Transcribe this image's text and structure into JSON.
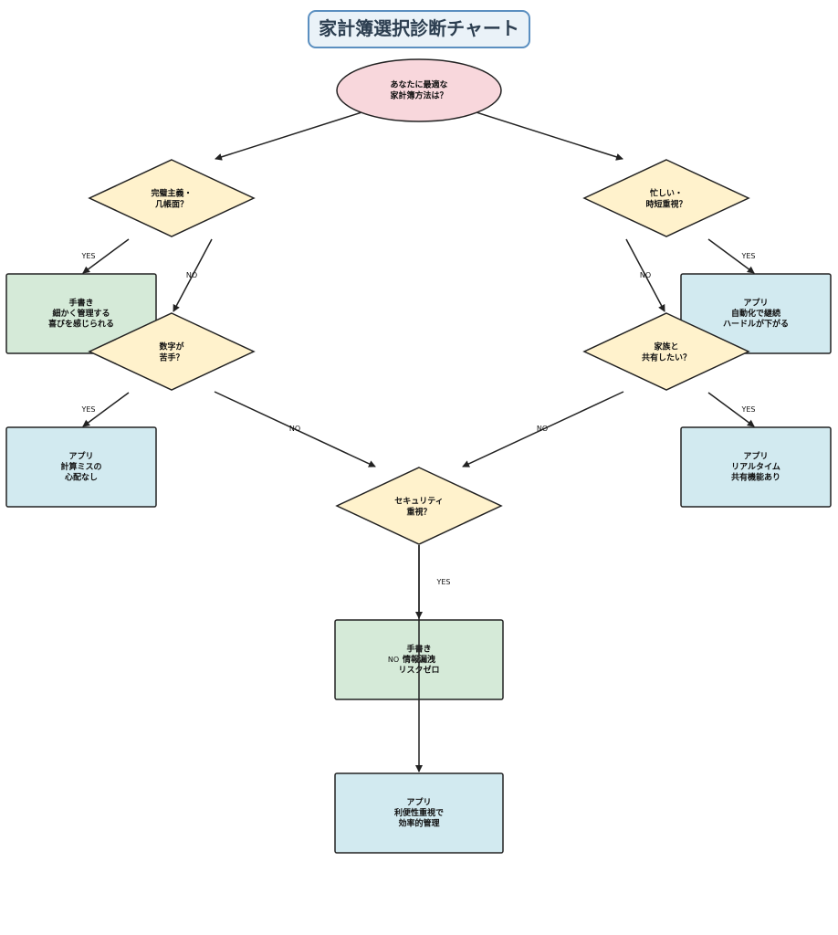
{
  "title": "家計簿選択診断チャート",
  "nodes": {
    "start": [
      "あなたに最適な",
      "家計簿方法は？"
    ],
    "q_perfect": [
      "完璧主義・",
      "几帳面？"
    ],
    "q_busy": [
      "忙しい・",
      "時短重視？"
    ],
    "q_numbers": [
      "数字が",
      "苦手？"
    ],
    "q_family": [
      "家族と",
      "共有したい？"
    ],
    "q_security": [
      "セキュリティ",
      "重視？"
    ],
    "r_hand_joy": [
      "手書き",
      "細かく管理する",
      "喜びを感じられる"
    ],
    "r_app_auto": [
      "アプリ",
      "自動化で継続",
      "ハードルが下がる"
    ],
    "r_app_calc": [
      "アプリ",
      "計算ミスの",
      "心配なし"
    ],
    "r_app_realtime": [
      "アプリ",
      "リアルタイム",
      "共有機能あり"
    ],
    "r_hand_security": [
      "手書き",
      "情報漏洩",
      "リスクゼロ"
    ],
    "r_app_convenience": [
      "アプリ",
      "利便性重視で",
      "効率的管理"
    ]
  },
  "edges": {
    "yes": "YES",
    "no": "NO"
  },
  "colors": {
    "start": "#f8d7dc",
    "decision": "#fff2cc",
    "handwritten_result": "#d5ead8",
    "app_result": "#d2eaf0",
    "title_border": "#5b8fc0"
  }
}
